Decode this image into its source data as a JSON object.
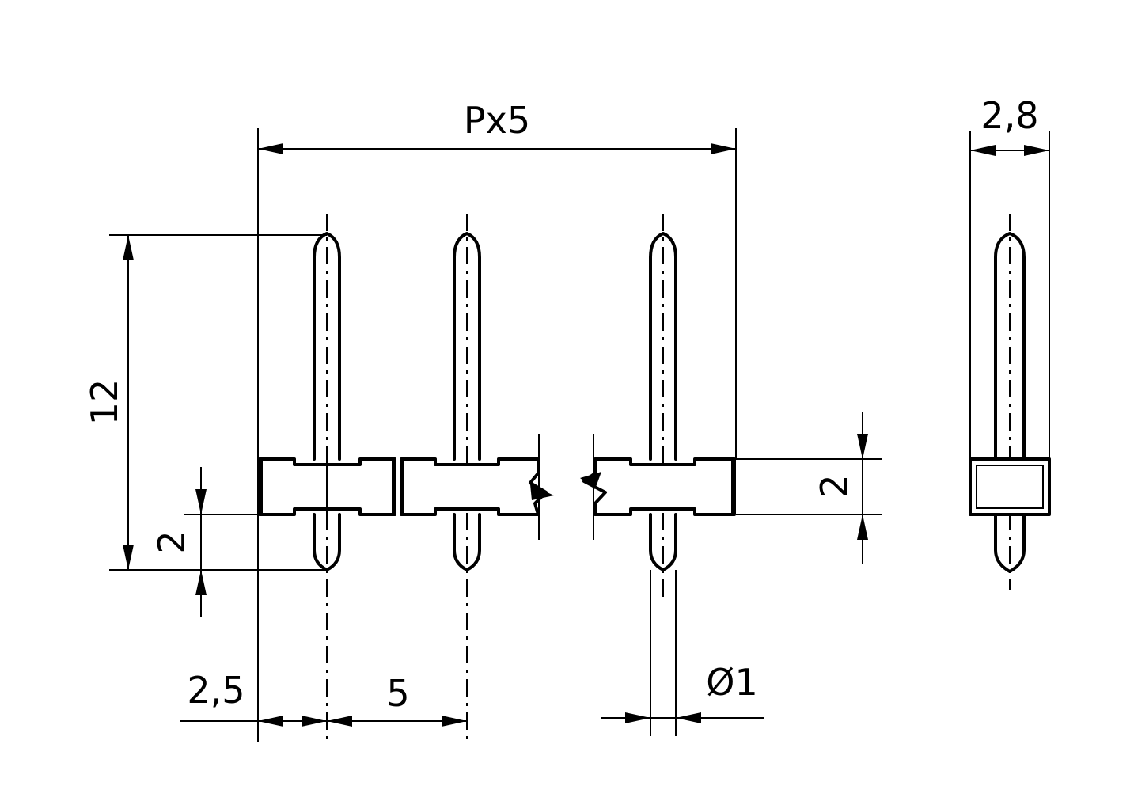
{
  "dimensions": {
    "overall_length": "Px5",
    "side_width": "2,8",
    "pin_length": "12",
    "lower_pin_length": "2",
    "body_height": "2",
    "edge_offset": "2,5",
    "pitch": "5",
    "pin_diameter": "Ø1"
  }
}
